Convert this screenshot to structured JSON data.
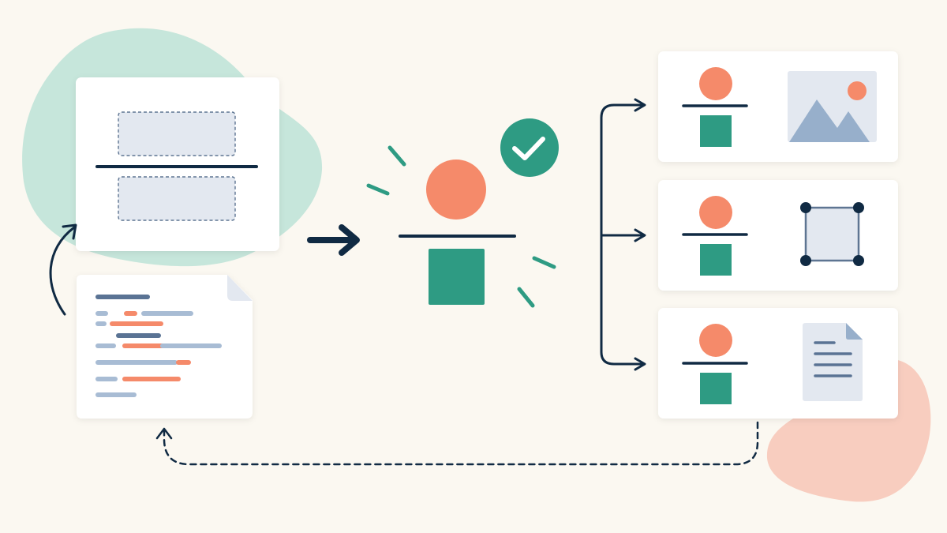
{
  "colors": {
    "background": "#FBF8F1",
    "card": "#FFFFFF",
    "navy": "#102A43",
    "coral": "#F58A6A",
    "teal": "#2E9B83",
    "mint_blob": "#C6E6DB",
    "peach_blob": "#F8CDBF",
    "slot_fill": "#E3E8F0",
    "slot_border": "#5E7592",
    "steel_blue": "#97AFCB",
    "code_navy": "#5A7394",
    "code_light": "#A8BCD4",
    "code_coral": "#F58A6A"
  },
  "diagram": {
    "template_card": {
      "name": "template-card",
      "slot_count": 2
    },
    "source_file": {
      "name": "code-file",
      "icon": "code-document-icon"
    },
    "center_figure": {
      "icon": "figure-icon",
      "badge_icon": "check-circle-icon"
    },
    "outputs": [
      {
        "name": "output-card-image",
        "variant_icon": "image-icon"
      },
      {
        "name": "output-card-vector",
        "variant_icon": "vector-shape-icon"
      },
      {
        "name": "output-card-document",
        "variant_icon": "document-icon"
      }
    ],
    "connectors": [
      {
        "name": "arrow-file-to-template",
        "style": "solid"
      },
      {
        "name": "arrow-template-to-figure",
        "style": "solid"
      },
      {
        "name": "branch-arrows-to-outputs",
        "style": "solid"
      },
      {
        "name": "feedback-arrow-to-file",
        "style": "dashed"
      }
    ]
  }
}
